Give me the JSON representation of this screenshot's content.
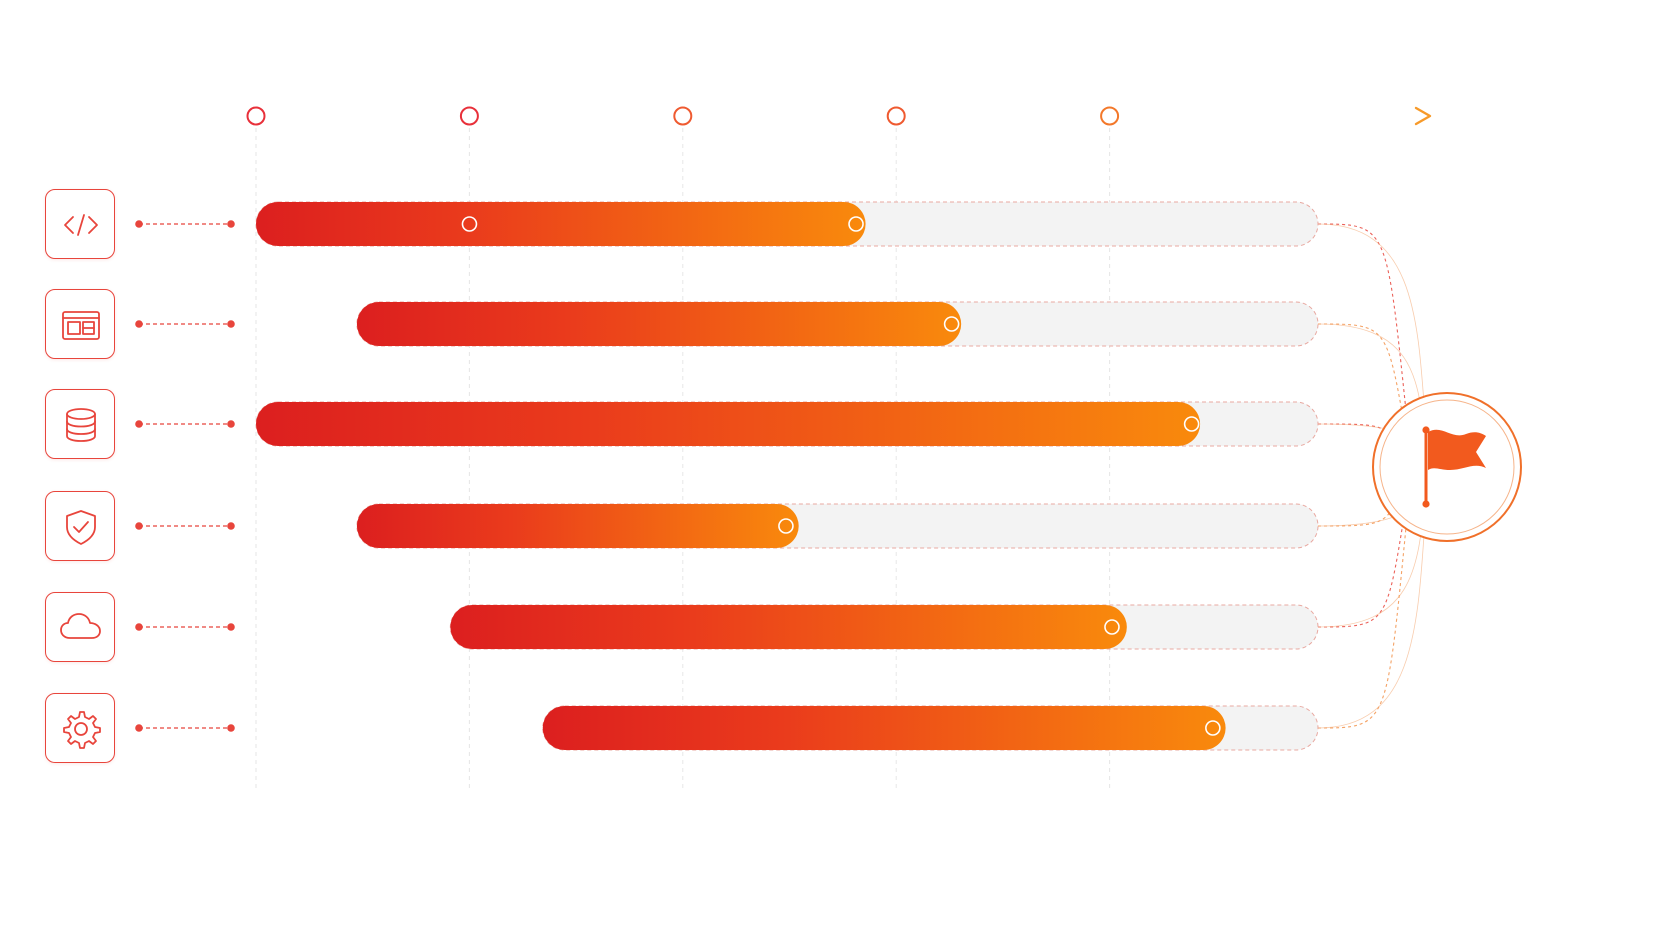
{
  "timeline": {
    "milestone_count": 5
  },
  "rows": [
    {
      "icon": "code-icon",
      "start": 0.0,
      "end": 0.574,
      "markers": [
        0.201,
        0.565
      ]
    },
    {
      "icon": "layout-icon",
      "start": 0.095,
      "end": 0.664,
      "markers": [
        0.655
      ]
    },
    {
      "icon": "database-icon",
      "start": 0.0,
      "end": 0.889,
      "markers": [
        0.881
      ]
    },
    {
      "icon": "shield-check-icon",
      "start": 0.095,
      "end": 0.511,
      "markers": [
        0.499
      ]
    },
    {
      "icon": "cloud-icon",
      "start": 0.183,
      "end": 0.82,
      "markers": [
        0.806
      ]
    },
    {
      "icon": "gear-icon",
      "start": 0.27,
      "end": 0.913,
      "markers": [
        0.901
      ]
    }
  ],
  "goal": {
    "icon": "flag-icon"
  },
  "colors": {
    "bar_start": "#dc1f1f",
    "bar_end": "#f98a0c",
    "axis_start": "#e8303a",
    "axis_end": "#f79a2a",
    "track_fill": "#f3f3f3",
    "track_border": "#e8a8a0",
    "icon_stroke": "#e8453c",
    "connector": "#e8453c",
    "goal_ring": "#f0702a",
    "flag": "#f25a1e"
  }
}
